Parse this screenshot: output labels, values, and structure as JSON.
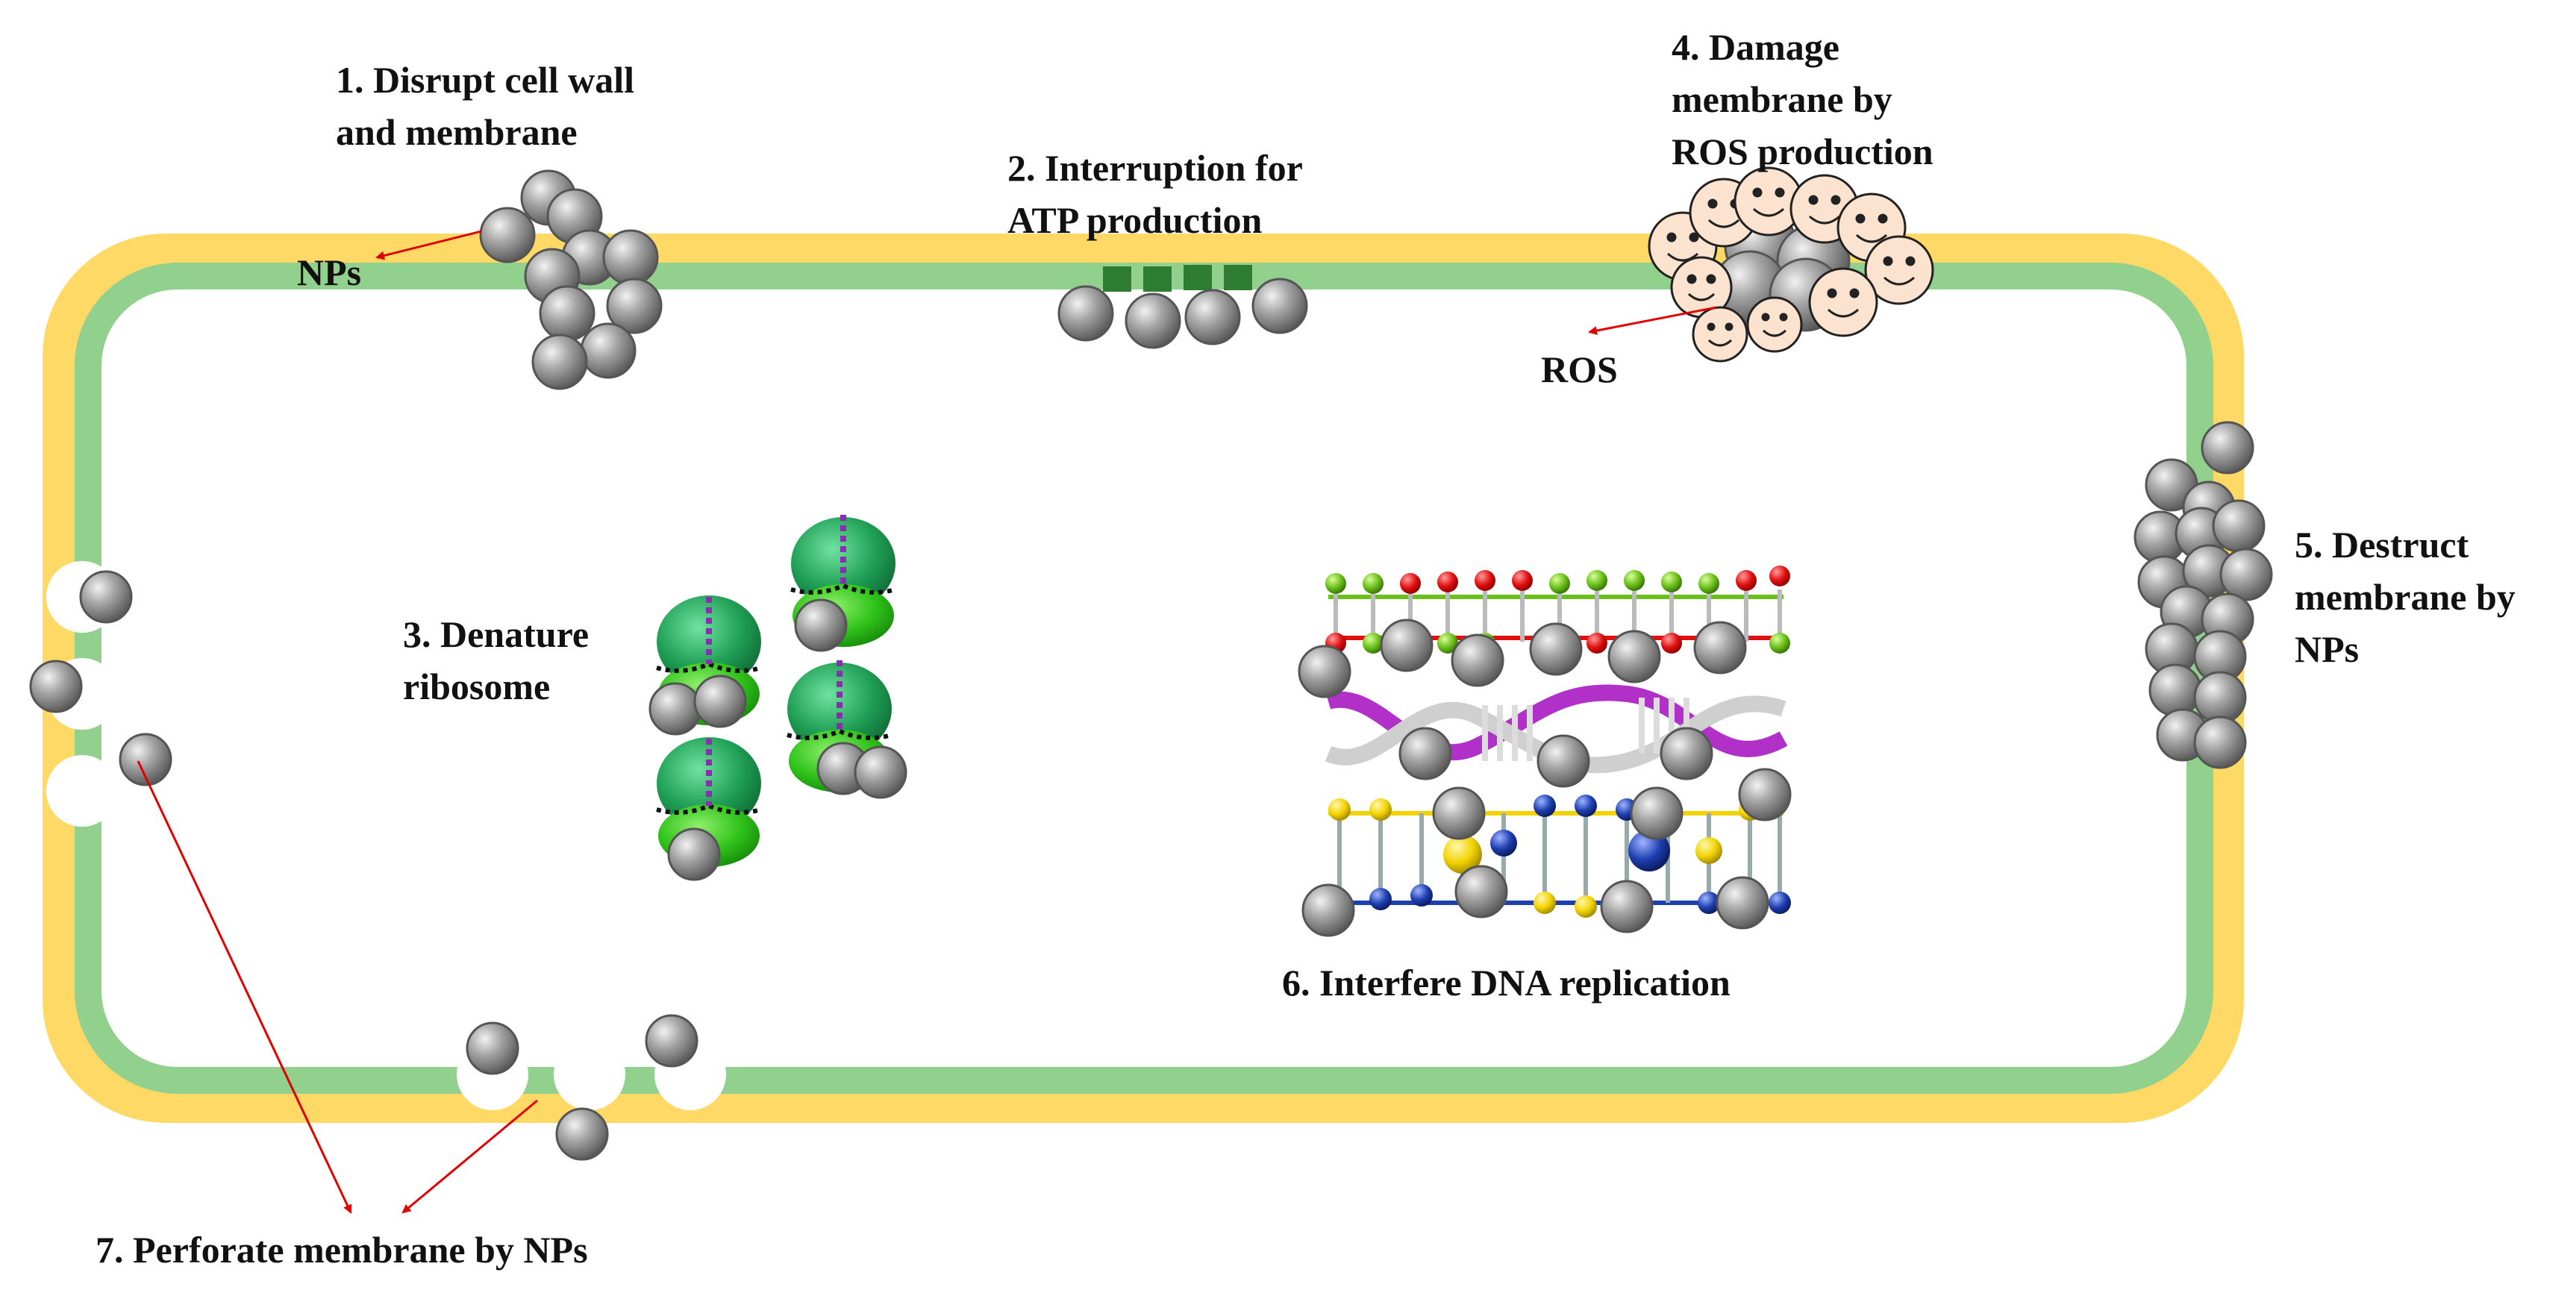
{
  "labels": {
    "step1": {
      "line1": "1. Disrupt cell wall",
      "line2": "and membrane"
    },
    "nps": "NPs",
    "step2": {
      "line1": "2. Interruption for",
      "line2": "ATP production"
    },
    "step3": {
      "line1": "3. Denature",
      "line2": "ribosome"
    },
    "step4": {
      "line1": "4. Damage",
      "line2": "membrane by",
      "line3": "ROS production"
    },
    "ros": "ROS",
    "step5": {
      "line1": "5. Destruct",
      "line2": "membrane by",
      "line3": "NPs"
    },
    "step6": "6. Interfere DNA replication",
    "step7": "7. Perforate membrane by NPs"
  },
  "colors": {
    "cell_wall": "#FFD966",
    "membrane": "#92D08E",
    "nanoparticle": "#8C8C8C",
    "arrow": "#E00000",
    "atp_block": "#2E7D32",
    "ros_face": "#FBE3CF",
    "dna_magenta": "#B030C8",
    "dna_yellow": "#F2D300",
    "dna_blue": "#1E3FB0",
    "dna_red": "#E01010",
    "dna_green": "#6BBF1A",
    "ribosome": "#1F9E55"
  }
}
